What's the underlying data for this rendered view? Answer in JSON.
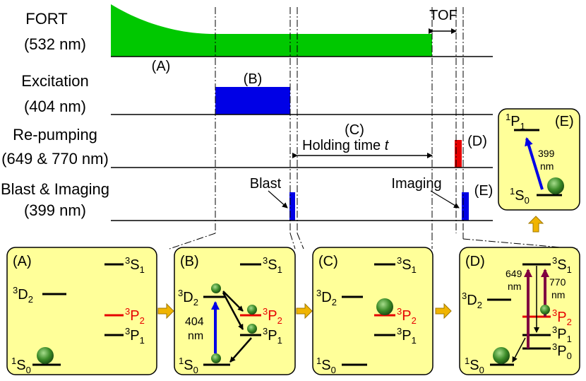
{
  "timing": {
    "rows": [
      {
        "line1": "FORT",
        "line2": "(532 nm)"
      },
      {
        "line1": "Excitation",
        "line2": "(404 nm)"
      },
      {
        "line1": "Re-pumping",
        "line2": "(649 & 770 nm)"
      },
      {
        "line1": "Blast & Imaging",
        "line2": "(399 nm)"
      }
    ],
    "stage_labels": {
      "A": "(A)",
      "B": "(B)",
      "C": "(C)",
      "D": "(D)",
      "E": "(E)"
    },
    "holding_time": "Holding time ",
    "holding_var": "t",
    "tof": "TOF",
    "blast": "Blast",
    "imaging": "Imaging",
    "colors": {
      "fort": "#00c800",
      "excitation": "#0000e6",
      "repump": "#e60000",
      "blast": "#0000e6",
      "panel": "#ffff99"
    }
  },
  "panels": {
    "A": {
      "tag": "(A)"
    },
    "B": {
      "tag": "(B)",
      "wl": "404",
      "wl_unit": "nm"
    },
    "C": {
      "tag": "(C)"
    },
    "D": {
      "tag": "(D)",
      "wl1": "649",
      "wl2": "770",
      "unit": "nm"
    },
    "E": {
      "tag": "(E)",
      "wl": "399",
      "unit": "nm"
    }
  },
  "levels": {
    "S1": {
      "sup": "3",
      "base": "S",
      "sub": "1"
    },
    "D2": {
      "sup": "3",
      "base": "D",
      "sub": "2"
    },
    "P2": {
      "sup": "3",
      "base": "P",
      "sub": "2"
    },
    "P1": {
      "sup": "3",
      "base": "P",
      "sub": "1"
    },
    "P0": {
      "sup": "3",
      "base": "P",
      "sub": "0"
    },
    "S0": {
      "sup": "1",
      "base": "S",
      "sub": "0"
    },
    "P1s": {
      "sup": "1",
      "base": "P",
      "sub": "1"
    }
  }
}
